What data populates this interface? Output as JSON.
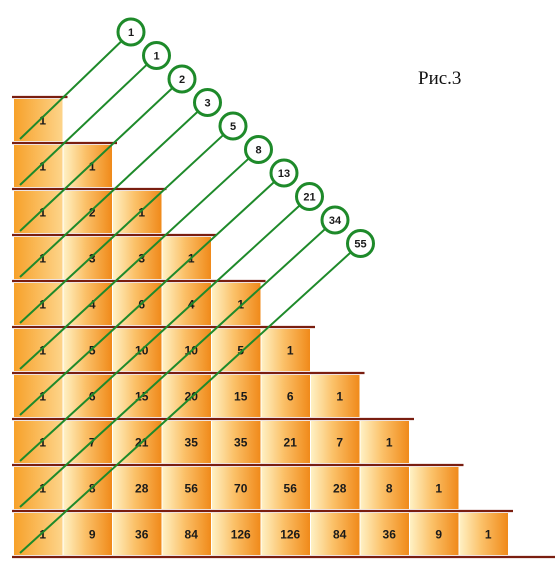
{
  "figure": {
    "label": "Рис.3"
  },
  "pascal_rows": [
    [
      "1"
    ],
    [
      "1",
      "1"
    ],
    [
      "1",
      "2",
      "1"
    ],
    [
      "1",
      "3",
      "3",
      "1"
    ],
    [
      "1",
      "4",
      "6",
      "4",
      "1"
    ],
    [
      "1",
      "5",
      "10",
      "10",
      "5",
      "1"
    ],
    [
      "1",
      "6",
      "15",
      "20",
      "15",
      "6",
      "1"
    ],
    [
      "1",
      "7",
      "21",
      "35",
      "35",
      "21",
      "7",
      "1"
    ],
    [
      "1",
      "8",
      "28",
      "56",
      "70",
      "56",
      "28",
      "8",
      "1"
    ],
    [
      "1",
      "9",
      "36",
      "84",
      "126",
      "126",
      "84",
      "36",
      "9",
      "1"
    ]
  ],
  "fibonacci_sums": [
    "1",
    "1",
    "2",
    "3",
    "5",
    "8",
    "13",
    "21",
    "34",
    "55"
  ],
  "colors": {
    "cell_light": "#fff1c4",
    "cell_dark": "#f08a1a",
    "row_line": "#7a1e10",
    "diagonal": "#1e8a2a",
    "circle_fill": "#ffffff",
    "text": "#1a1a1a"
  }
}
